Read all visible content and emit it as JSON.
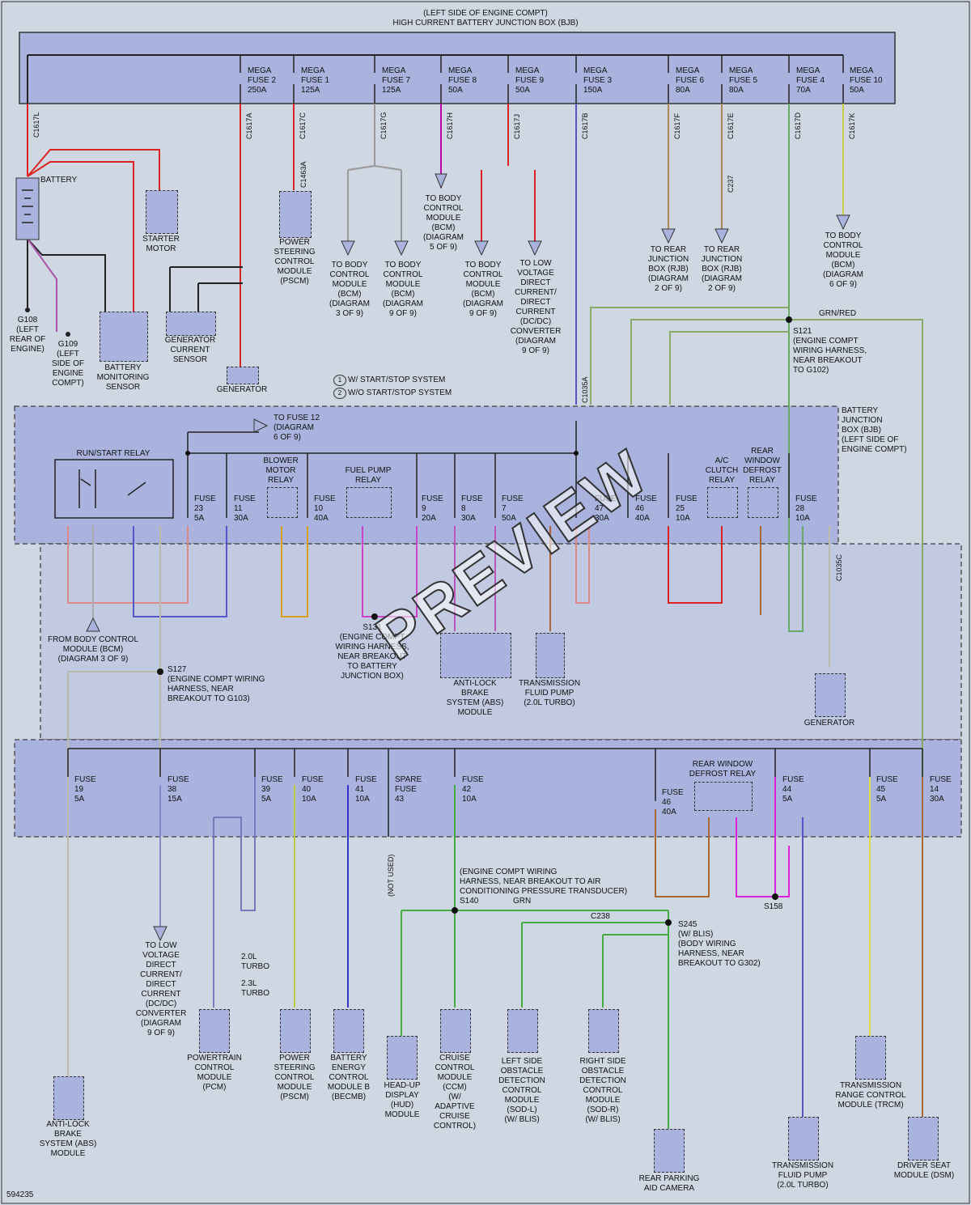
{
  "header": {
    "line1": "(LEFT SIDE OF ENGINE COMPT)",
    "line2": "HIGH CURRENT BATTERY JUNCTION BOX (BJB)"
  },
  "mega_fuses": [
    {
      "name": "MEGA\nFUSE 2\n250A",
      "conn": "C1617A"
    },
    {
      "name": "MEGA\nFUSE 1\n125A",
      "conn": "C1617C"
    },
    {
      "name": "MEGA\nFUSE 7\n125A",
      "conn": "C1617G"
    },
    {
      "name": "MEGA\nFUSE 8\n50A",
      "conn": "C1617H"
    },
    {
      "name": "MEGA\nFUSE 9\n50A",
      "conn": "C1617J"
    },
    {
      "name": "MEGA\nFUSE 3\n150A",
      "conn": "C1617B"
    },
    {
      "name": "MEGA\nFUSE 6\n80A",
      "conn": "C1617F"
    },
    {
      "name": "MEGA\nFUSE 5\n80A",
      "conn": "C1617E"
    },
    {
      "name": "MEGA\nFUSE 4\n70A",
      "conn": "C1617D"
    },
    {
      "name": "MEGA\nFUSE 10\n50A",
      "conn": "C1617K"
    }
  ],
  "top_components": {
    "battery": "BATTERY",
    "c1617l": "C1617L",
    "starter": "STARTER\nMOTOR",
    "bat_monitor": "BATTERY\nMONITORING\nSENSOR",
    "gen_sensor": "GENERATOR\nCURRENT\nSENSOR",
    "generator": "GENERATOR",
    "g108": "G108\n(LEFT\nREAR OF\nENGINE)",
    "g109": "G109\n(LEFT\nSIDE OF\nENGINE\nCOMPT)",
    "pscm": "POWER\nSTEERING\nCONTROL\nMODULE\n(PSCM)",
    "c1463a": "C1463A",
    "bcm_f": "TO BODY\nCONTROL\nMODULE\n(BCM)\n(DIAGRAM\n5 OF 9)",
    "bcm_d": "TO BODY\nCONTROL\nMODULE\n(BCM)\n(DIAGRAM\n3 OF 9)",
    "bcm_t": "TO BODY\nCONTROL\nMODULE\n(BCM)\n(DIAGRAM\n9 OF 9)",
    "bcm_g": "TO BODY\nCONTROL\nMODULE\n(BCM)\n(DIAGRAM\n9 OF 9)",
    "dcdc_s": "TO LOW\nVOLTAGE\nDIRECT\nCURRENT/\nDIRECT\nCURRENT\n(DC/DC)\nCONVERTER\n(DIAGRAM\n9 OF 9)",
    "rjb_a": "TO REAR\nJUNCTION\nBOX (RJB)\n(DIAGRAM\n2 OF 9)",
    "rjb_b": "TO REAR\nJUNCTION\nBOX (RJB)\n(DIAGRAM\n2 OF 9)",
    "c237": "C237",
    "bcm_h": "TO BODY\nCONTROL\nMODULE\n(BCM)\n(DIAGRAM\n6 OF 9)",
    "legend1": "W/ START/STOP SYSTEM",
    "legend2": "W/O START/STOP SYSTEM",
    "s121": "S121\n(ENGINE COMPT\nWIRING HARNESS,\nNEAR BREAKOUT\nTO G102)",
    "grn_red": "GRN/RED"
  },
  "bjb": {
    "label": "BATTERY\nJUNCTION\nBOX (BJB)\n(LEFT SIDE OF\nENGINE COMPT)",
    "run_start": "RUN/START RELAY",
    "blower": "BLOWER\nMOTOR\nRELAY",
    "fuel_pump": "FUEL PUMP\nRELAY",
    "ac": "A/C\nCLUTCH\nRELAY",
    "rear_defrost": "REAR\nWINDOW\nDEFROST\nRELAY",
    "to_fuse12": "TO FUSE 12\n(DIAGRAM\n6 OF 9)",
    "c1035a": "C1035A",
    "fuses": [
      "FUSE\n23\n5A",
      "FUSE\n11\n30A",
      "FUSE\n10\n40A",
      "FUSE\n9\n20A",
      "FUSE\n8\n30A",
      "FUSE\n7\n50A",
      "FUSE\n47\n30A",
      "FUSE\n46\n40A",
      "FUSE\n25\n10A",
      "FUSE\n28\n10A"
    ]
  },
  "middle": {
    "from_bcm": "FROM BODY CONTROL\nMODULE (BCM)\n(DIAGRAM 3 OF 9)",
    "s131": "S131\n(ENGINE COMPT\nWIRING HARNESS,\nNEAR BREAKOUT\nTO BATTERY\nJUNCTION BOX)",
    "abs": "ANTI-LOCK\nBRAKE\nSYSTEM (ABS)\nMODULE",
    "tfp": "TRANSMISSION\nFLUID PUMP\n(2.0L TURBO)",
    "generator2": "GENERATOR",
    "s127": "S127\n(ENGINE COMPT WIRING\nHARNESS, NEAR\nBREAKOUT TO G103)",
    "c1035c": "C1035C"
  },
  "lower_fuses": [
    "FUSE\n19\n5A",
    "FUSE\n38\n15A",
    "FUSE\n39\n5A",
    "FUSE\n40\n10A",
    "FUSE\n41\n10A",
    "SPARE\nFUSE\n43",
    "FUSE\n42\n10A",
    "FUSE\n46\n40A",
    "FUSE\n44\n5A",
    "FUSE\n45\n5A",
    "FUSE\n14\n30A"
  ],
  "bottom": {
    "rear_defrost": "REAR WINDOW\nDEFROST RELAY",
    "abs2": "ANTI-LOCK\nBRAKE\nSYSTEM (ABS)\nMODULE",
    "dcdc": "TO LOW\nVOLTAGE\nDIRECT\nCURRENT/\nDIRECT\nCURRENT\n(DC/DC)\nCONVERTER\n(DIAGRAM\n9 OF 9)",
    "pcm": "POWERTRAIN\nCONTROL\nMODULE\n(PCM)",
    "turbo20": "2.0L\nTURBO",
    "turbo23": "2.3L\nTURBO",
    "pscm2": "POWER\nSTEERING\nCONTROL\nMODULE\n(PSCM)",
    "becmb": "BATTERY\nENERGY\nCONTROL\nMODULE B\n(BECMB)",
    "hud": "HEAD-UP\nDISPLAY\n(HUD)\nMODULE",
    "ccm": "CRUISE\nCONTROL\nMODULE\n(CCM)\n(W/\nADAPTIVE\nCRUISE\nCONTROL)",
    "sodl": "LEFT SIDE\nOBSTACLE\nDETECTION\nCONTROL\nMODULE\n(SOD-L)\n(W/ BLIS)",
    "sodr": "RIGHT SIDE\nOBSTACLE\nDETECTION\nCONTROL\nMODULE\n(SOD-R)\n(W/ BLIS)",
    "camera": "REAR PARKING\nAID CAMERA",
    "tfp2": "TRANSMISSION\nFLUID PUMP\n(2.0L TURBO)",
    "trcm": "TRANSMISSION\nRANGE CONTROL\nMODULE (TRCM)",
    "dsm": "DRIVER SEAT\nMODULE (DSM)",
    "s140": "(ENGINE COMPT WIRING\nHARNESS, NEAR BREAKOUT TO AIR\nCONDITIONING PRESSURE TRANSDUCER)",
    "s140_id": "S140",
    "s245": "S245\n(W/ BLIS)\n(BODY WIRING\nHARNESS, NEAR\nBREAKOUT TO G302)",
    "s158": "S158",
    "c238": "C238",
    "grn": "GRN",
    "not_used": "(NOT USED)"
  },
  "footer": {
    "code": "594235"
  },
  "watermark": "PREVIEW"
}
